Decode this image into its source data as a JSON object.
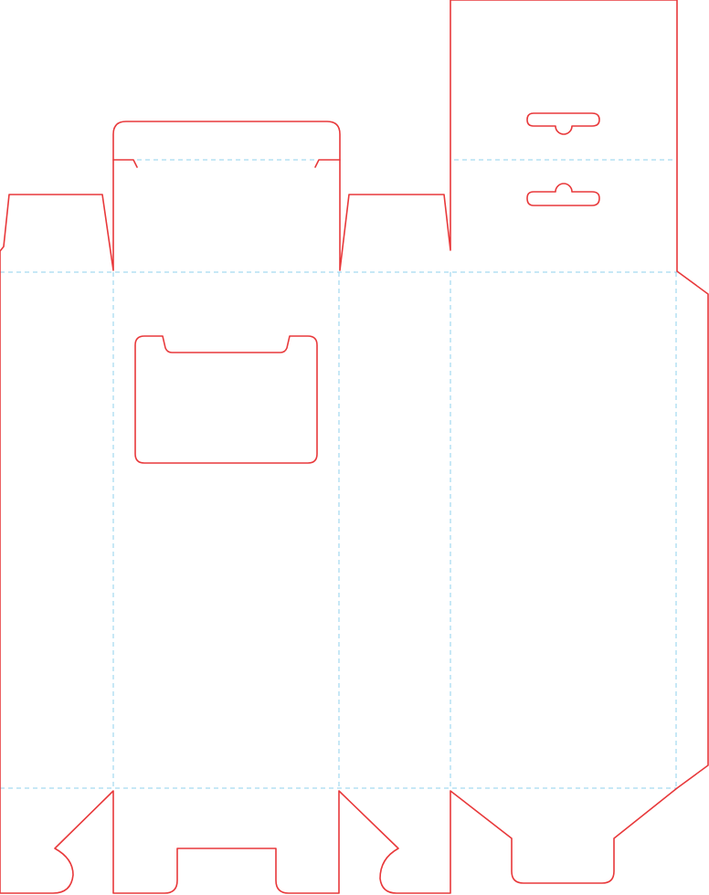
{
  "dieline": {
    "cut_line_color": "#e8393b",
    "fold_line_color": "#8fd0ee",
    "background_color": "#ffffff"
  },
  "components": {
    "hang_slots": 2,
    "windows": 1,
    "panels": 4
  }
}
